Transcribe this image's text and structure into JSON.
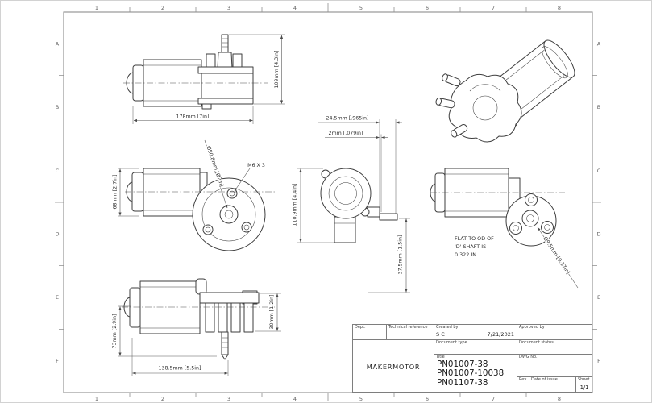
{
  "zones": {
    "cols": [
      "1",
      "2",
      "3",
      "4",
      "5",
      "6",
      "7",
      "8"
    ],
    "rows": [
      "A",
      "B",
      "C",
      "D",
      "E",
      "F"
    ]
  },
  "views": {
    "side_top": {
      "length": "178mm [7in]",
      "height": "109mm [4.3in]"
    },
    "side_mid": {
      "body_dia": "68mm [2.7in]",
      "gear_dia": "Ø50.8mm [Ø2in]",
      "bolts": "M6 X 3"
    },
    "side_bottom": {
      "height": "73mm [2.9in]",
      "gear_height": "30mm [1.2in]",
      "length": "138.5mm [5.5in]"
    },
    "front": {
      "dim_a": "24.5mm [.965in]",
      "dim_b": "2mm [.079in]",
      "height": "110.9mm [4.4in]",
      "shaft": "37.5mm [1.5in]"
    },
    "side_right": {
      "note1": "FLAT TO OD OF",
      "note2": "'D' SHAFT IS",
      "note3": "0.322 IN.",
      "shaft_dia": "Ø9.5mm [0.37in]"
    }
  },
  "title_block": {
    "dept_label": "Dept.",
    "technical_reference_label": "Technical reference",
    "created_by_label": "Created by",
    "created_by": "S C",
    "created_date": "7/21/2021",
    "approved_by_label": "Approved by",
    "document_type_label": "Document type",
    "document_status_label": "Document status",
    "company": "MAKERMOTOR",
    "title_label": "Title",
    "part_numbers": [
      "PN01007-38",
      "PN01007-10038",
      "PN01107-38"
    ],
    "dwg_label": "DWG No.",
    "rev_label": "Rev.",
    "date_of_issue_label": "Date of issue",
    "sheet_label": "Sheet",
    "sheet": "1/1"
  }
}
